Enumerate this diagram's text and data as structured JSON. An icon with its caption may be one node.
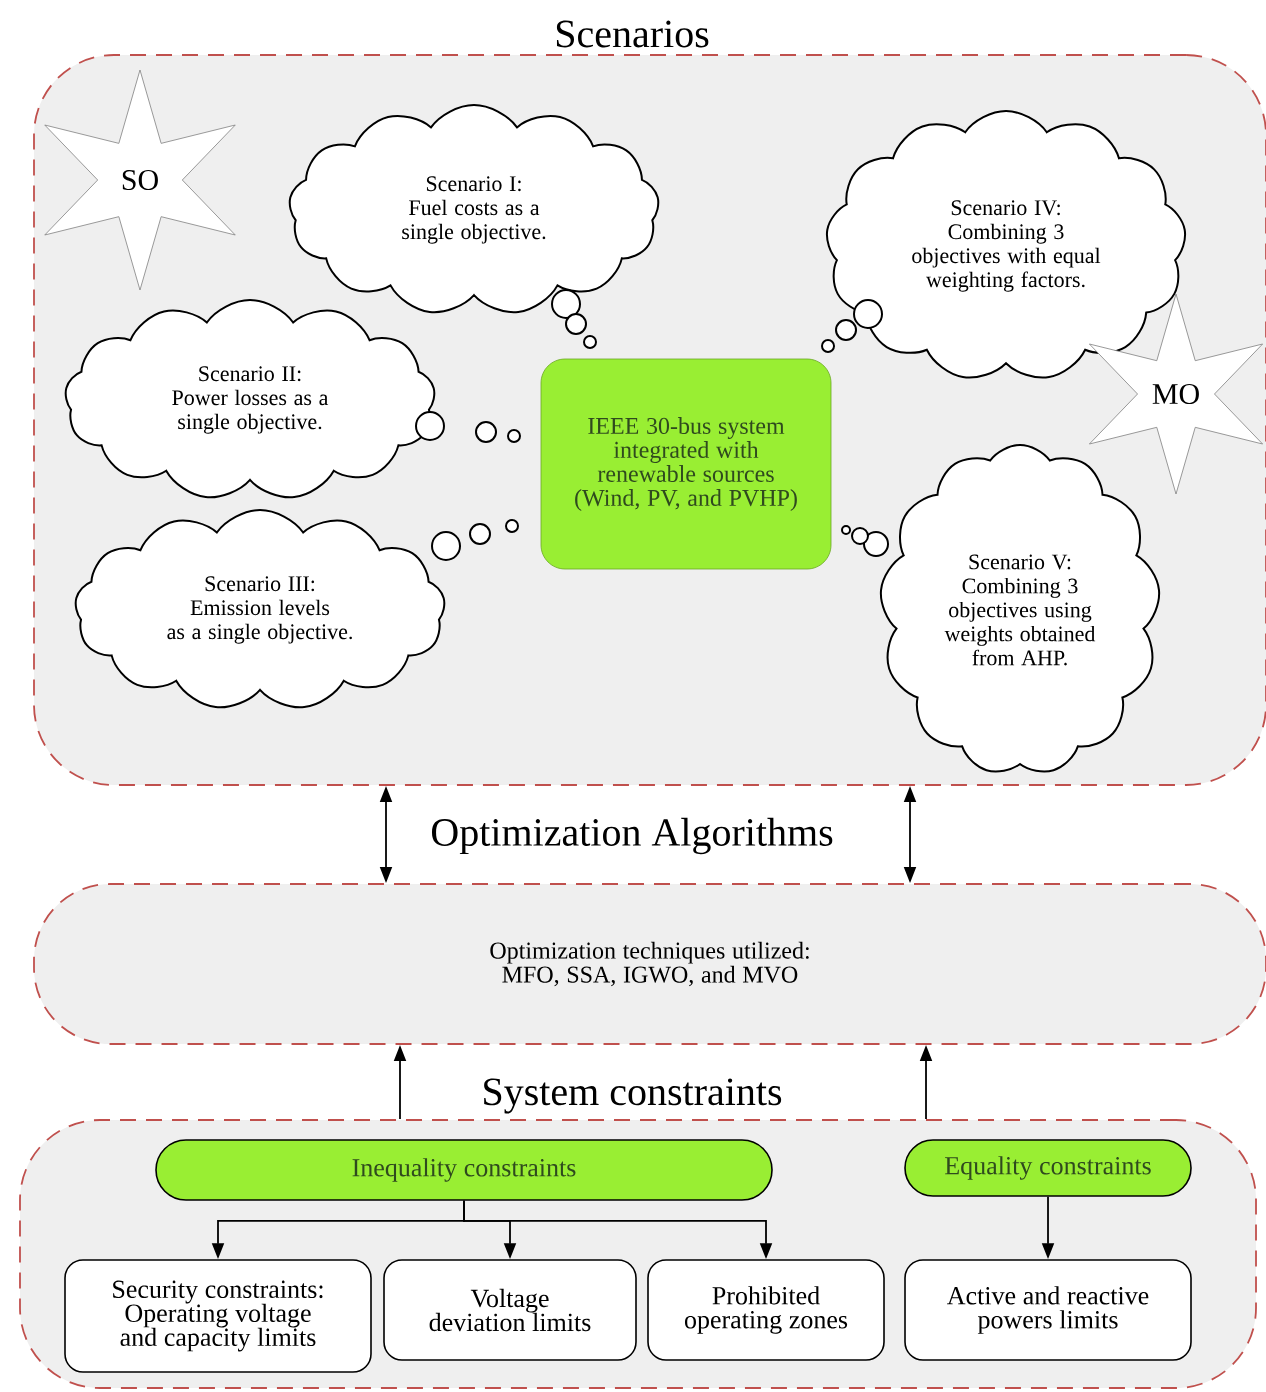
{
  "diagram": {
    "nodes": [
      {
        "text": [
          "Scenarios"
        ]
      },
      {
        "text": [
          "SO"
        ],
        "in": 0
      },
      {
        "text": [
          "Scenario I: Fuel costs as a single objective."
        ],
        "in": 0
      },
      {
        "text": [
          "Scenario IV: Combining 3 objectives with equal weighting factors."
        ],
        "in": 0
      },
      {
        "text": [
          "Scenario II: Power losses as a single objective."
        ],
        "in": 0
      },
      {
        "text": [
          "MO"
        ],
        "in": 0
      },
      {
        "text": [
          "IEEE 30-bus system integrated with renewable sources (Wind, PV, and PVHP)"
        ],
        "in": 0
      },
      {
        "text": [
          "Scenario III: Emission levels as a single objective."
        ],
        "in": 0
      },
      {
        "text": [
          "Scenario V: Combining 3 objectives using weights obtained from AHP."
        ],
        "in": 0
      },
      {
        "text": [
          "Optimization Algorithms",
          "Optimization techniques utilized: MFO, SSA, IGWO, and MVO"
        ]
      },
      {
        "text": [
          "System constraints"
        ]
      },
      {
        "text": [
          "Inequality constraints"
        ],
        "in": 10
      },
      {
        "text": [
          "Equality constraints"
        ],
        "in": 10
      },
      {
        "text": [
          "Security constraints: Operating voltage and capacity limits"
        ],
        "in": 10
      },
      {
        "text": [
          "Voltage deviation limits"
        ],
        "in": 10
      },
      {
        "text": [
          "Prohibited operating zones"
        ],
        "in": 10
      },
      {
        "text": [
          "Active and reactive powers limits"
        ],
        "in": 10
      }
    ],
    "edges": [
      {
        "from": 0,
        "to": 9,
        "arrow": "both"
      },
      {
        "from": 0,
        "to": 9,
        "arrow": "both"
      },
      {
        "from": 10,
        "to": 9,
        "arrow": "to"
      },
      {
        "from": 10,
        "to": 9,
        "arrow": "to"
      },
      {
        "from": 11,
        "to": 13,
        "arrow": "to"
      },
      {
        "from": 11,
        "to": 14,
        "arrow": "to"
      },
      {
        "from": 11,
        "to": 15,
        "arrow": "to"
      },
      {
        "from": 12,
        "to": 16,
        "arrow": "to"
      }
    ]
  }
}
